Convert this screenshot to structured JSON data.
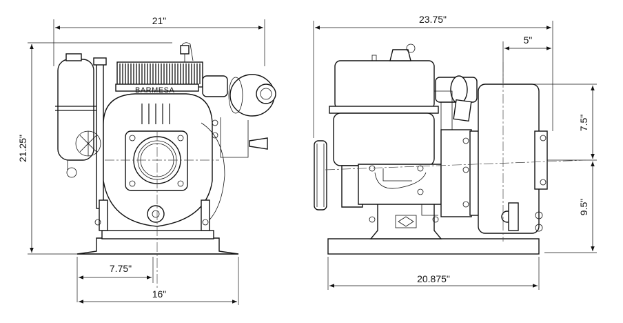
{
  "brand_label": "BARMESA",
  "front_view": {
    "width_top": "21\"",
    "height": "21.25\"",
    "center_offset": "7.75\"",
    "base_width": "16\""
  },
  "side_view": {
    "length_top": "23.75\"",
    "offset_top": "5\"",
    "upper_height": "7.5\"",
    "lower_height": "9.5\"",
    "base_length": "20.875\""
  },
  "colors": {
    "line": "#111111",
    "background": "#ffffff"
  }
}
